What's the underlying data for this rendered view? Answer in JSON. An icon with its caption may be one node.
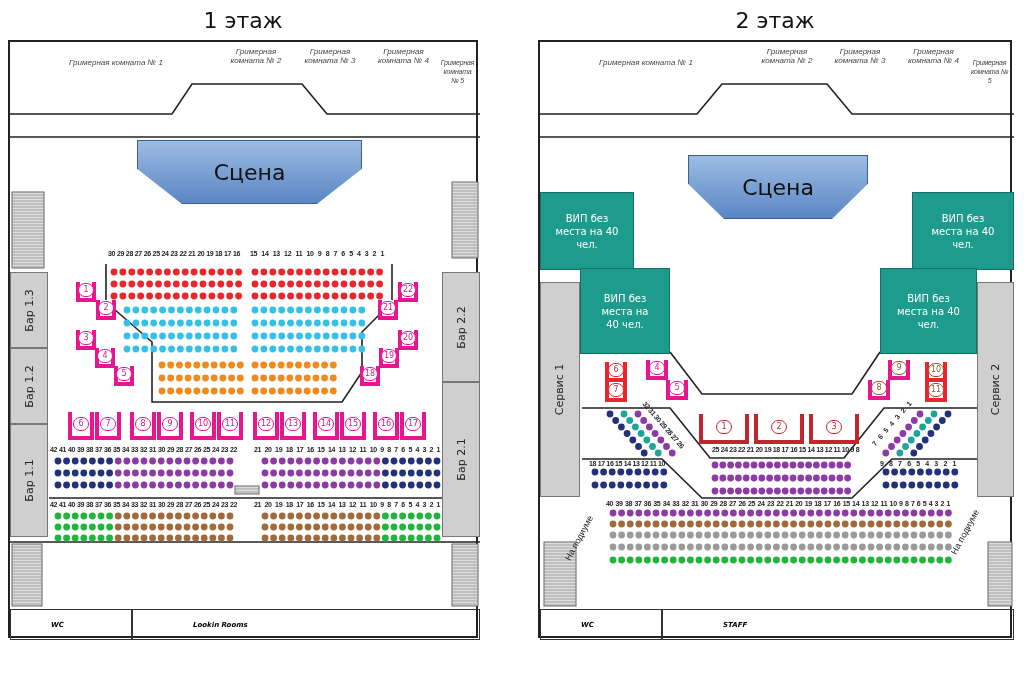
{
  "diagram": {
    "nodes": [
      {
        "text": [
          "1 этаж"
        ]
      },
      {
        "text": [
          "Гримерная комната № 1"
        ],
        "in": 0
      },
      {
        "text": [
          "Гримерная комната № 2"
        ],
        "in": 0
      },
      {
        "text": [
          "Гримерная комната № 3"
        ],
        "in": 0
      },
      {
        "text": [
          "Гримерная комната № 4"
        ],
        "in": 0
      },
      {
        "text": [
          "Гримерная комната № 5"
        ],
        "in": 0
      },
      {
        "text": [
          "Сцена"
        ],
        "in": 0
      },
      {
        "text": [
          "Бар 1.3"
        ],
        "in": 0
      },
      {
        "text": [
          "Бар 1.2"
        ],
        "in": 0
      },
      {
        "text": [
          "Бар 1.1"
        ],
        "in": 0
      },
      {
        "text": [
          "Бар 2.2"
        ],
        "in": 0
      },
      {
        "text": [
          "Бар 2.1"
        ],
        "in": 0
      },
      {
        "text": [
          "1"
        ],
        "in": 0
      },
      {
        "text": [
          "2"
        ],
        "in": 0
      },
      {
        "text": [
          "3"
        ],
        "in": 0
      },
      {
        "text": [
          "4"
        ],
        "in": 0
      },
      {
        "text": [
          "5"
        ],
        "in": 0
      },
      {
        "text": [
          "6"
        ],
        "in": 0
      },
      {
        "text": [
          "7"
        ],
        "in": 0
      },
      {
        "text": [
          "8"
        ],
        "in": 0
      },
      {
        "text": [
          "9"
        ],
        "in": 0
      },
      {
        "text": [
          "10"
        ],
        "in": 0
      },
      {
        "text": [
          "11"
        ],
        "in": 0
      },
      {
        "text": [
          "12"
        ],
        "in": 0
      },
      {
        "text": [
          "13"
        ],
        "in": 0
      },
      {
        "text": [
          "14"
        ],
        "in": 0
      },
      {
        "text": [
          "15"
        ],
        "in": 0
      },
      {
        "text": [
          "16"
        ],
        "in": 0
      },
      {
        "text": [
          "17"
        ],
        "in": 0
      },
      {
        "text": [
          "18"
        ],
        "in": 0
      },
      {
        "text": [
          "19"
        ],
        "in": 0
      },
      {
        "text": [
          "20"
        ],
        "in": 0
      },
      {
        "text": [
          "21"
        ],
        "in": 0
      },
      {
        "text": [
          "22"
        ],
        "in": 0
      },
      {
        "text": [
          "WC"
        ],
        "in": 0
      },
      {
        "text": [
          "Lookin Rooms"
        ],
        "in": 0
      },
      {
        "text": [
          "2 этаж"
        ]
      },
      {
        "text": [
          "Гримерная комната № 1"
        ],
        "in": 36
      },
      {
        "text": [
          "Гримерная комната № 2"
        ],
        "in": 36
      },
      {
        "text": [
          "Гримерная комната № 3"
        ],
        "in": 36
      },
      {
        "text": [
          "Гримерная комната № 4"
        ],
        "in": 36
      },
      {
        "text": [
          "Гримерная комната № 5"
        ],
        "in": 36
      },
      {
        "text": [
          "Сцена"
        ],
        "in": 36
      },
      {
        "text": [
          "ВИП без места на 40 чел."
        ],
        "in": 36
      },
      {
        "text": [
          "ВИП без места на 40 чел."
        ],
        "in": 36
      },
      {
        "text": [
          "ВИП без места на 40 чел."
        ],
        "in": 36
      },
      {
        "text": [
          "ВИП без места на 40 чел."
        ],
        "in": 36
      },
      {
        "text": [
          "Сервис 1"
        ],
        "in": 36
      },
      {
        "text": [
          "Сервис 2"
        ],
        "in": 36
      },
      {
        "text": [
          "1"
        ],
        "in": 36
      },
      {
        "text": [
          "2"
        ],
        "in": 36
      },
      {
        "text": [
          "3"
        ],
        "in": 36
      },
      {
        "text": [
          "4"
        ],
        "in": 36
      },
      {
        "text": [
          "5"
        ],
        "in": 36
      },
      {
        "text": [
          "6"
        ],
        "in": 36
      },
      {
        "text": [
          "7"
        ],
        "in": 36
      },
      {
        "text": [
          "8"
        ],
        "in": 36
      },
      {
        "text": [
          "9"
        ],
        "in": 36
      },
      {
        "text": [
          "10"
        ],
        "in": 36
      },
      {
        "text": [
          "11"
        ],
        "in": 36
      },
      {
        "text": [
          "WC"
        ],
        "in": 36
      },
      {
        "text": [
          "STAFF"
        ],
        "in": 36
      }
    ],
    "labels": [
      "30 29 28 27 26 25 24 23 22 21 20 19 18 17 16",
      "15 14 13 12 11 10 9 8 7 6 5 4 3 2 1",
      "42 41 40 39 38 37 36 35 34 33 32 31 30 29 28 27 26 25 24 23 22",
      "21 20 19 18 17 16 15 14 13 12 11 10 9 8 7 6 5 4 3 2 1",
      "42 41 40 39 38 37 36 35 34 33 32 31 30 29 28 27 26 25 24 23 22",
      "21 20 19 18 17 16 15 14 13 12 11 10 9 8 7 6 5 4 3 2 1",
      "32 31 30 29 28 27 26",
      "7 6 5 4 3 2 1",
      "25 24 23 22 21 20 19 18 17 16 15 14 13 12 11 10 9 8",
      "18 17 16 15 14 13 12 11 10",
      "9 8 7 6 5 4 3 2 1",
      "40 39 38 37 36 35 34 33 32 31 30 29 28 27 26 25 24 23 22 21 20 19 18 17 16 15 14 13 12 11 10 9 8 7 6 5 4 3 2 1",
      "На подиуме",
      "На подиуме"
    ]
  }
}
